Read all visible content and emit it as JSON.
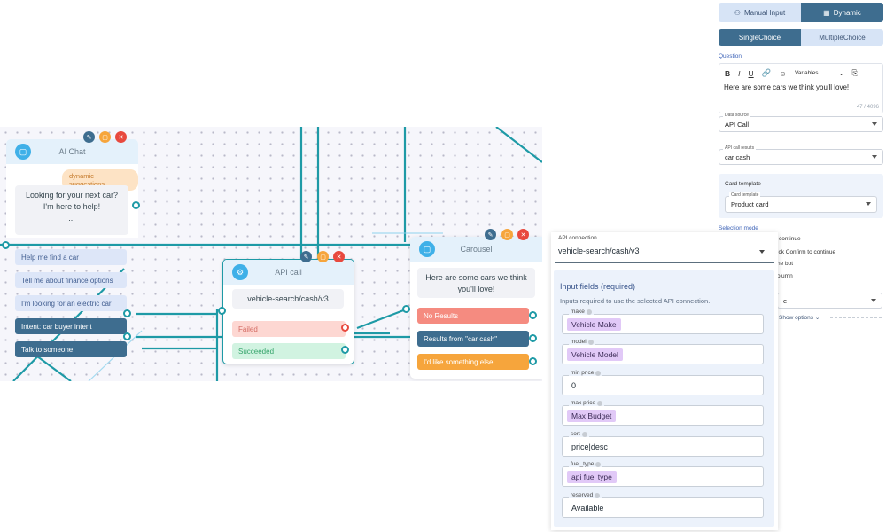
{
  "canvas": {
    "ai_chat": {
      "title": "AI Chat",
      "chip": "dynamic suggestions",
      "message": "Looking for your next car? I'm here to help!",
      "ellipsis": "...",
      "options": [
        "Help me find a car",
        "Tell me about finance options",
        "I'm looking for an electric car",
        "Intent: car buyer intent",
        "Talk to someone"
      ]
    },
    "api_call": {
      "title": "API call",
      "endpoint": "vehicle-search/cash/v3",
      "failed": "Failed",
      "succeeded": "Succeeded"
    },
    "carousel": {
      "title": "Carousel",
      "message": "Here are some cars we think you'll love!",
      "options": [
        "No Results",
        "Results from \"car cash\"",
        "I'd like something else"
      ]
    },
    "colors": {
      "wire": "#1e9aa6",
      "accent": "#3e6d8f"
    }
  },
  "right_panel": {
    "mode_tabs": [
      "Manual Input",
      "Dynamic"
    ],
    "type_tabs": [
      "SingleChoice",
      "MultipleChoice"
    ],
    "question_label": "Question",
    "toolbar": {
      "bold": "B",
      "italic": "I",
      "underline": "U",
      "variables": "Variables"
    },
    "question_text": "Here are some cars we think you'll love!",
    "char_count": "47 / 4096",
    "data_source": {
      "label": "Data source",
      "value": "API Call"
    },
    "api_results": {
      "label": "API call results",
      "value": "car cash"
    },
    "card_template_section": "Card template",
    "card_template": {
      "label": "Card template",
      "value": "Product card"
    },
    "selection_mode_label": "Selection mode",
    "selection_fragments": [
      "continue",
      "ick Confirm to continue",
      "he bot",
      "olumn"
    ],
    "partial_select": "e",
    "show_options": "Show options"
  },
  "api_panel": {
    "connection_label": "API connection",
    "connection_value": "vehicle-search/cash/v3",
    "title": "Input fields (required)",
    "description": "Inputs required to use the selected API connection.",
    "fields": [
      {
        "label": "make",
        "value": "Vehicle Make",
        "tag": true
      },
      {
        "label": "model",
        "value": "Vehicle Model",
        "tag": true
      },
      {
        "label": "min price",
        "value": "0",
        "tag": false
      },
      {
        "label": "max price",
        "value": "Max Budget",
        "tag": true
      },
      {
        "label": "sort",
        "value": "price|desc",
        "tag": false
      },
      {
        "label": "fuel_type",
        "value": "api fuel type",
        "tag": true
      },
      {
        "label": "reserved",
        "value": "Available",
        "tag": false
      }
    ]
  }
}
